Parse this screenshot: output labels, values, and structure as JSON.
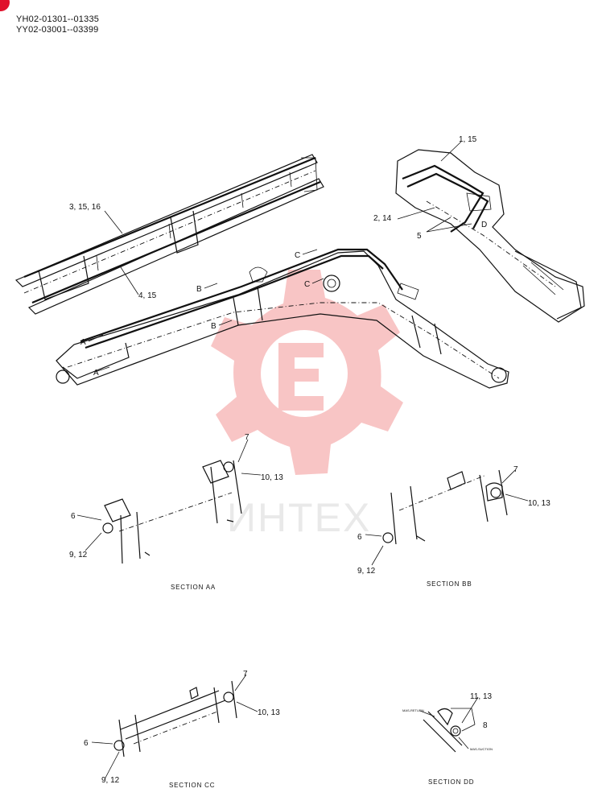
{
  "header": {
    "serial_1": "YH02-01301--01335",
    "serial_2": "YY02-03001--03399"
  },
  "colors": {
    "badge": "#e0102b",
    "watermark": "#f08080",
    "ink": "#111111"
  },
  "watermark": {
    "text": "ИНТЕХ",
    "icon": "gear-wrench-logo-icon"
  },
  "main_view": {
    "callouts": [
      "3, 15, 16",
      "4, 15",
      "1, 15",
      "2, 14",
      "5"
    ],
    "markers": [
      "A",
      "A",
      "B",
      "B",
      "C",
      "C",
      "D"
    ]
  },
  "sections": [
    {
      "title": "SECTION AA",
      "callouts": [
        "7",
        "10, 13",
        "6",
        "9, 12"
      ]
    },
    {
      "title": "SECTION BB",
      "callouts": [
        "7",
        "10, 13",
        "6",
        "9, 12"
      ]
    },
    {
      "title": "SECTION CC",
      "callouts": [
        "7",
        "10, 13",
        "6",
        "9, 12"
      ]
    },
    {
      "title": "SECTION DD",
      "callouts": [
        "11, 13",
        "8"
      ],
      "notes": [
        "MAS-RETURN",
        "MAS-SUCTION"
      ]
    }
  ]
}
